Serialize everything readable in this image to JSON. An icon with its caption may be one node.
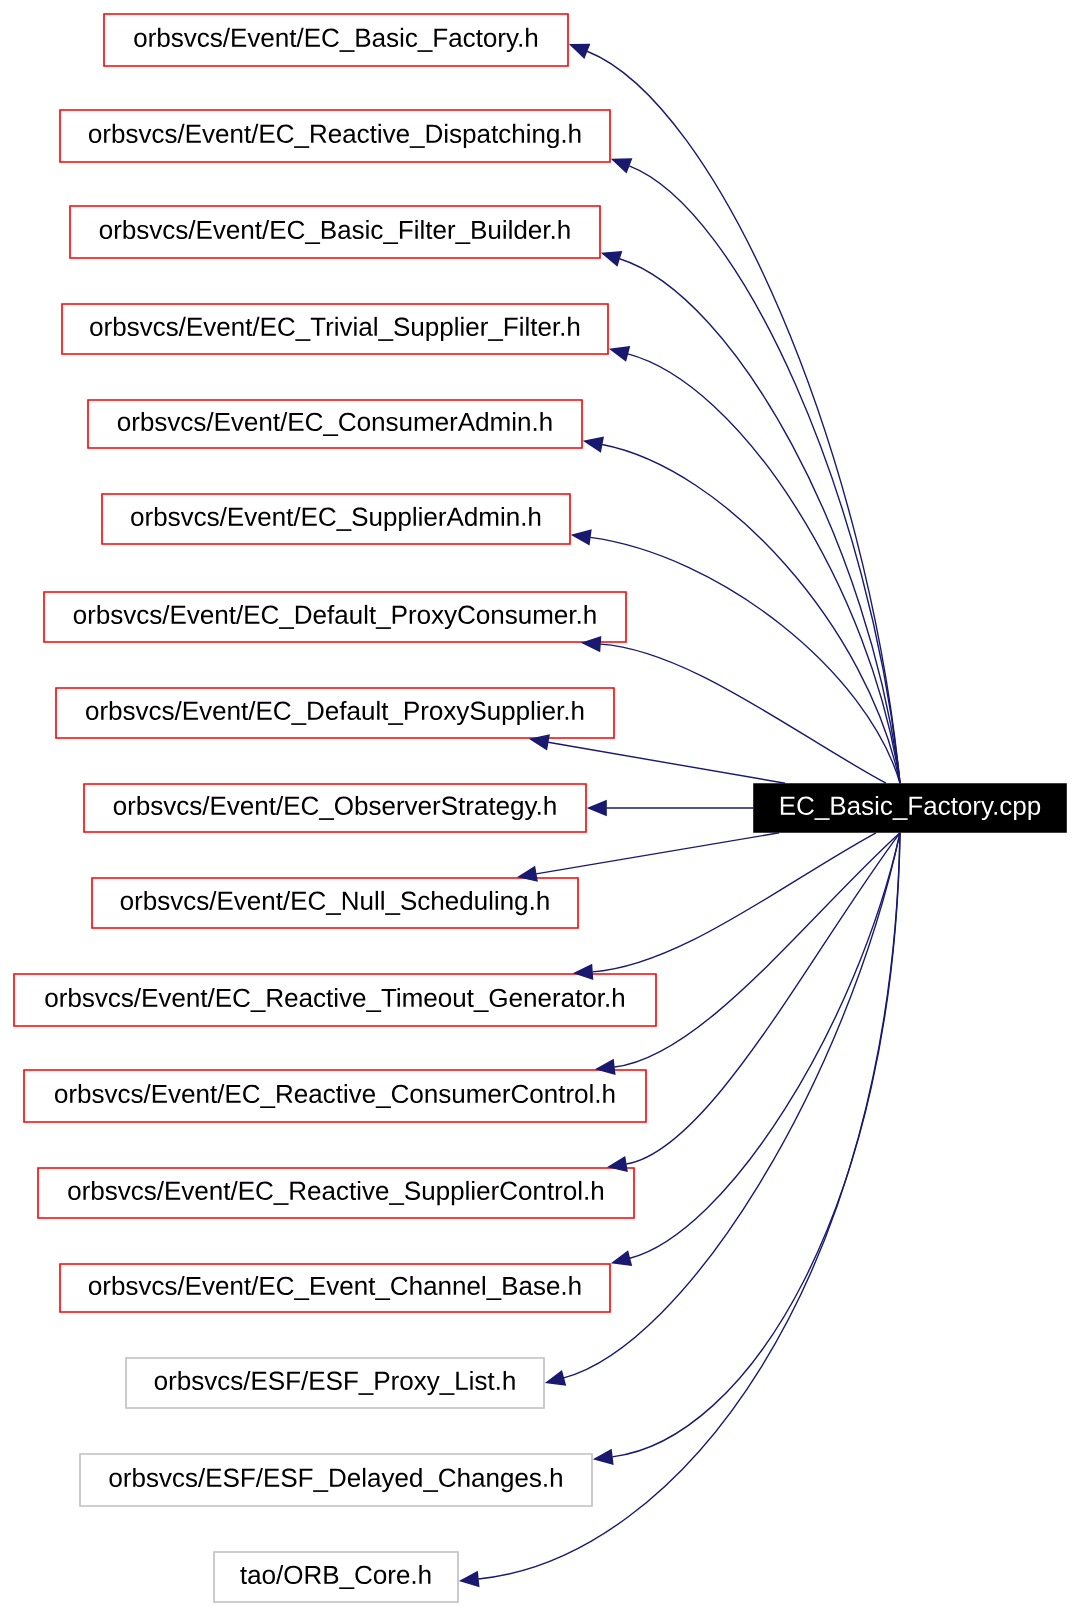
{
  "diagram": {
    "nodes": [
      {
        "text": [
          "orbsvcs/Event/EC_Basic_Factory.h"
        ]
      },
      {
        "text": [
          "orbsvcs/Event/EC_Reactive_Dispatching.h"
        ]
      },
      {
        "text": [
          "orbsvcs/Event/EC_Basic_Filter_Builder.h"
        ]
      },
      {
        "text": [
          "orbsvcs/Event/EC_Trivial_Supplier_Filter.h"
        ]
      },
      {
        "text": [
          "orbsvcs/Event/EC_ConsumerAdmin.h"
        ]
      },
      {
        "text": [
          "orbsvcs/Event/EC_SupplierAdmin.h"
        ]
      },
      {
        "text": [
          "orbsvcs/Event/EC_Default_ProxyConsumer.h"
        ]
      },
      {
        "text": [
          "orbsvcs/Event/EC_Default_ProxySupplier.h"
        ]
      },
      {
        "text": [
          "orbsvcs/Event/EC_ObserverStrategy.h"
        ]
      },
      {
        "text": [
          "EC_Basic_Factory.cpp"
        ]
      },
      {
        "text": [
          "orbsvcs/Event/EC_Null_Scheduling.h"
        ]
      },
      {
        "text": [
          "orbsvcs/Event/EC_Reactive_Timeout_Generator.h"
        ]
      },
      {
        "text": [
          "orbsvcs/Event/EC_Reactive_ConsumerControl.h"
        ]
      },
      {
        "text": [
          "orbsvcs/Event/EC_Reactive_SupplierControl.h"
        ]
      },
      {
        "text": [
          "orbsvcs/Event/EC_Event_Channel_Base.h"
        ]
      },
      {
        "text": [
          "orbsvcs/ESF/ESF_Proxy_List.h"
        ]
      },
      {
        "text": [
          "orbsvcs/ESF/ESF_Delayed_Changes.h"
        ]
      },
      {
        "text": [
          "tao/ORB_Core.h"
        ]
      }
    ],
    "edges": [
      {
        "from": 9,
        "to": 0,
        "arrow": "to"
      },
      {
        "from": 9,
        "to": 1,
        "arrow": "to"
      },
      {
        "from": 9,
        "to": 2,
        "arrow": "to"
      },
      {
        "from": 9,
        "to": 3,
        "arrow": "to"
      },
      {
        "from": 9,
        "to": 4,
        "arrow": "to"
      },
      {
        "from": 9,
        "to": 5,
        "arrow": "to"
      },
      {
        "from": 9,
        "to": 6,
        "arrow": "to"
      },
      {
        "from": 9,
        "to": 7,
        "arrow": "to"
      },
      {
        "from": 9,
        "to": 8,
        "arrow": "to"
      },
      {
        "from": 9,
        "to": 10,
        "arrow": "to"
      },
      {
        "from": 9,
        "to": 11,
        "arrow": "to"
      },
      {
        "from": 9,
        "to": 12,
        "arrow": "to"
      },
      {
        "from": 9,
        "to": 13,
        "arrow": "to"
      },
      {
        "from": 9,
        "to": 14,
        "arrow": "to"
      },
      {
        "from": 9,
        "to": 15,
        "arrow": "to"
      },
      {
        "from": 9,
        "to": 16,
        "arrow": "to"
      },
      {
        "from": 9,
        "to": 17,
        "arrow": "to"
      }
    ]
  }
}
